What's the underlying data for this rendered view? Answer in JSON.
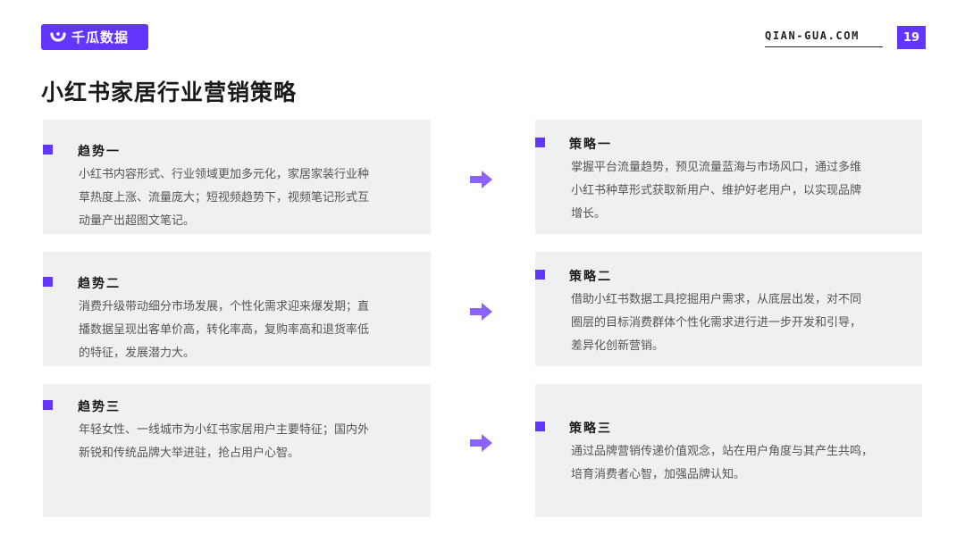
{
  "header": {
    "logo_text": "千瓜数据",
    "site": "QIAN-GUA.COM",
    "page_number": "19",
    "brand_color": "#6236ff"
  },
  "title": "小红书家居行业营销策略",
  "trends": [
    {
      "heading": "趋势一",
      "lines": [
        "小红书内容形式、行业领域更加多元化，家居家装行业种",
        "草热度上涨、流量庞大；短视频趋势下，视频笔记形式互",
        "动量产出超图文笔记。"
      ]
    },
    {
      "heading": "趋势二",
      "lines": [
        "消费升级带动细分市场发展，个性化需求迎来爆发期；直",
        "播数据呈现出客单价高，转化率高，复购率高和退货率低",
        "的特征，发展潜力大。"
      ]
    },
    {
      "heading": "趋势三",
      "lines": [
        "年轻女性、一线城市为小红书家居用户主要特征；国内外",
        "新锐和传统品牌大举进驻，抢占用户心智。"
      ]
    }
  ],
  "strategies": [
    {
      "heading": "策略一",
      "lines": [
        "掌握平台流量趋势，预见流量蓝海与市场风口，通过多维",
        "小红书种草形式获取新用户、维护好老用户，以实现品牌",
        "增长。"
      ]
    },
    {
      "heading": "策略二",
      "lines": [
        "借助小红书数据工具挖掘用户需求，从底层出发，对不同",
        "圈层的目标消费群体个性化需求进行进一步开发和引导，",
        "差异化创新营销。"
      ]
    },
    {
      "heading": "策略三",
      "lines": [
        "通过品牌营销传递价值观念，站在用户角度与其产生共鸣，",
        "培育消费者心智，加强品牌认知。"
      ]
    }
  ]
}
